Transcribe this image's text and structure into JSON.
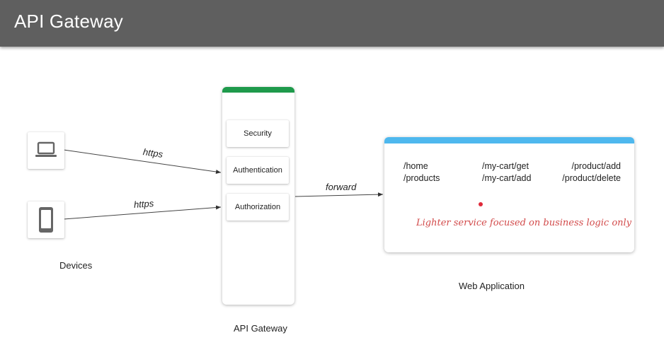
{
  "header": {
    "title": "API Gateway"
  },
  "devices": {
    "label": "Devices",
    "items": [
      {
        "icon": "laptop-icon"
      },
      {
        "icon": "phone-icon"
      }
    ]
  },
  "connections": {
    "laptop_label": "https",
    "phone_label": "https",
    "forward_label": "forward"
  },
  "gateway": {
    "label": "API Gateway",
    "accent": "#1e9a4b",
    "items": [
      "Security",
      "Authentication",
      "Authorization"
    ]
  },
  "webapp": {
    "label": "Web Application",
    "accent": "#4eb8ee",
    "routes": {
      "col1": [
        "/home",
        "/products"
      ],
      "col2": [
        "/my-cart/get",
        "/my-cart/add"
      ],
      "col3": [
        "/product/add",
        "/product/delete"
      ]
    },
    "note": "Lighter service focused on business logic only",
    "note_color": "#d24a4a"
  }
}
